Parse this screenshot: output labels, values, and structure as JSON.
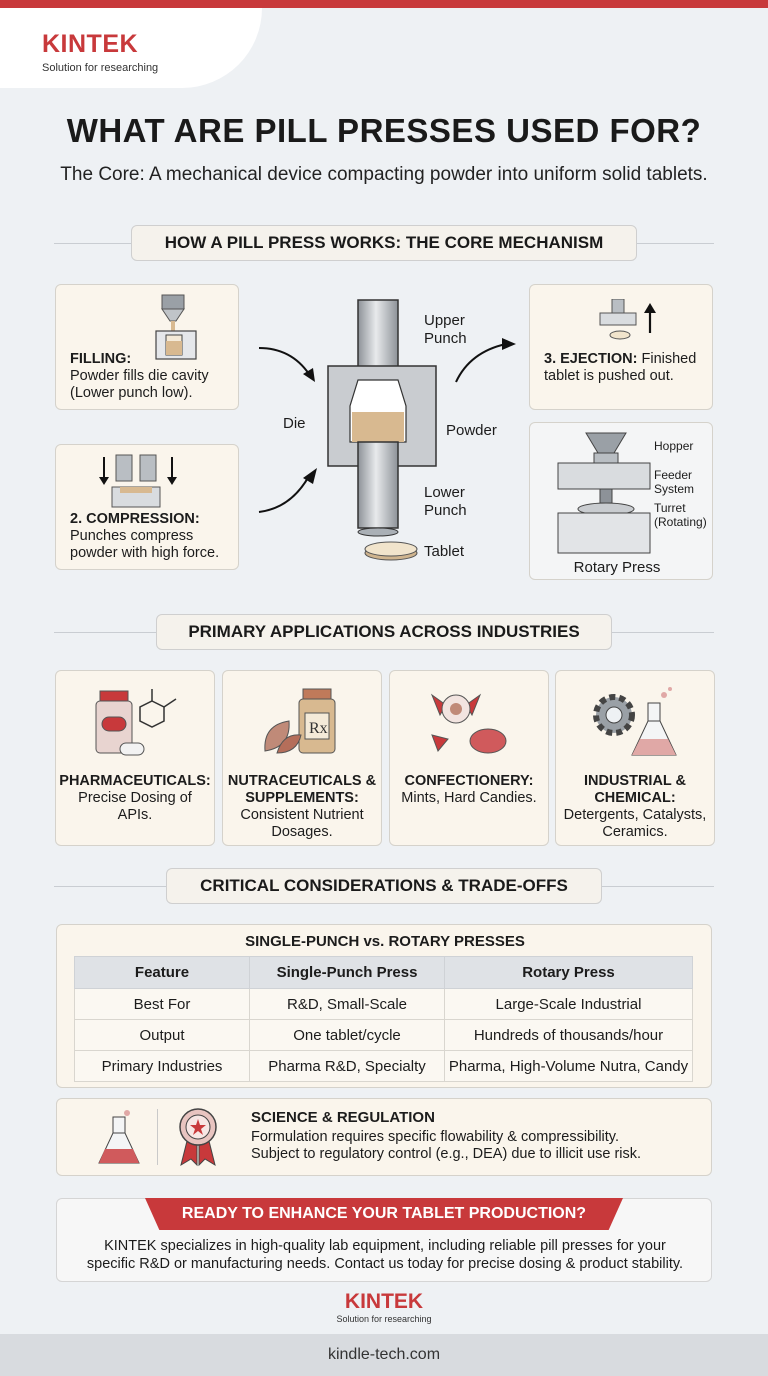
{
  "brand": {
    "name": "KINTEK",
    "tagline": "Solution for researching"
  },
  "title": "WHAT ARE PILL PRESSES USED FOR?",
  "subtitle": "The Core: A mechanical device compacting powder into uniform solid tablets.",
  "mechanism": {
    "heading": "HOW A PILL PRESS WORKS: THE CORE MECHANISM",
    "filling": {
      "title": "FILLING:",
      "line1": "Powder fills die cavity",
      "line2": "(Lower punch low)."
    },
    "compression": {
      "title": "2. COMPRESSION:",
      "line1": "Punches compress",
      "line2": "powder with high force."
    },
    "ejection": {
      "title": "3. EJECTION:",
      "title_rest": "Finished",
      "line2": "tablet is pushed out."
    },
    "labels": {
      "upper1": "Upper",
      "upper2": "Punch",
      "die": "Die",
      "powder": "Powder",
      "lower1": "Lower",
      "lower2": "Punch",
      "tablet": "Tablet"
    },
    "rotary": {
      "hopper": "Hopper",
      "feeder1": "Feeder",
      "feeder2": "System",
      "turret1": "Turret",
      "turret2": "(Rotating)",
      "caption": "Rotary Press"
    }
  },
  "applications": {
    "heading": "PRIMARY APPLICATIONS ACROSS INDUSTRIES",
    "items": [
      {
        "t1": "PHARMACEUTICALS:",
        "t2": "",
        "d1": "Precise Dosing of",
        "d2": "APIs.",
        "d3": ""
      },
      {
        "t1": "NUTRACEUTICALS &",
        "t2": "SUPPLEMENTS:",
        "d1": "Consistent Nutrient",
        "d2": "Dosages.",
        "d3": ""
      },
      {
        "t1": "CONFECTIONERY:",
        "t2": "",
        "d1": "Mints, Hard Candies.",
        "d2": "",
        "d3": ""
      },
      {
        "t1": "INDUSTRIAL &",
        "t2": "CHEMICAL:",
        "d1": "Detergents, Catalysts,",
        "d2": "Ceramics.",
        "d3": ""
      }
    ]
  },
  "considerations": {
    "heading": "CRITICAL CONSIDERATIONS & TRADE-OFFS",
    "table_title": "SINGLE-PUNCH vs. ROTARY PRESSES",
    "headers": [
      "Feature",
      "Single-Punch Press",
      "Rotary Press"
    ],
    "rows": [
      [
        "Best For",
        "R&D, Small-Scale",
        "Large-Scale Industrial"
      ],
      [
        "Output",
        "One tablet/cycle",
        "Hundreds of thousands/hour"
      ],
      [
        "Primary Industries",
        "Pharma R&D, Specialty",
        "Pharma, High-Volume Nutra, Candy"
      ]
    ],
    "science": {
      "title": "SCIENCE & REGULATION",
      "line1": "Formulation requires specific flowability & compressibility.",
      "line2": "Subject to regulatory control (e.g., DEA) due to illicit use risk."
    }
  },
  "cta": {
    "ribbon": "READY TO ENHANCE YOUR TABLET PRODUCTION?",
    "line1": "KINTEK specializes in high-quality lab equipment, including reliable pill presses for your",
    "line2": "specific R&D or manufacturing needs. Contact us today for precise dosing & product stability."
  },
  "footer": "kindle-tech.com",
  "colors": {
    "accent": "#c8393b",
    "card": "#faf5ec",
    "background": "#eef1f4"
  }
}
